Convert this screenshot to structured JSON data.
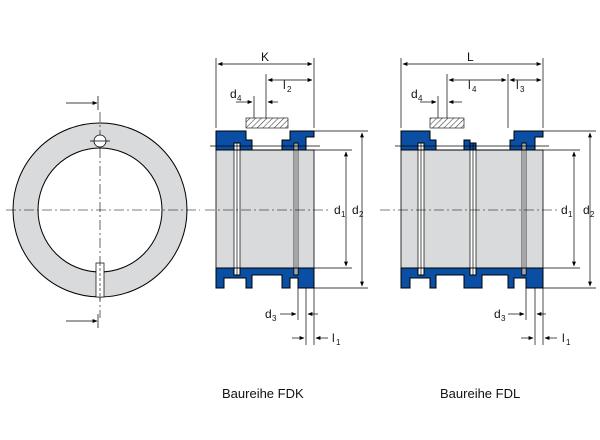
{
  "diagram": {
    "colors": {
      "blue": "#0a4fa3",
      "gray": "#d9dadb",
      "dark": "#111111",
      "hatch": "#444444"
    },
    "labels": {
      "K": "K",
      "L": "L",
      "d": "d",
      "l": "l",
      "sub1": "1",
      "sub2": "2",
      "sub3": "3",
      "sub4": "4"
    },
    "captions": {
      "fdk": "Baureihe FDK",
      "fdl": "Baureihe FDL"
    }
  }
}
